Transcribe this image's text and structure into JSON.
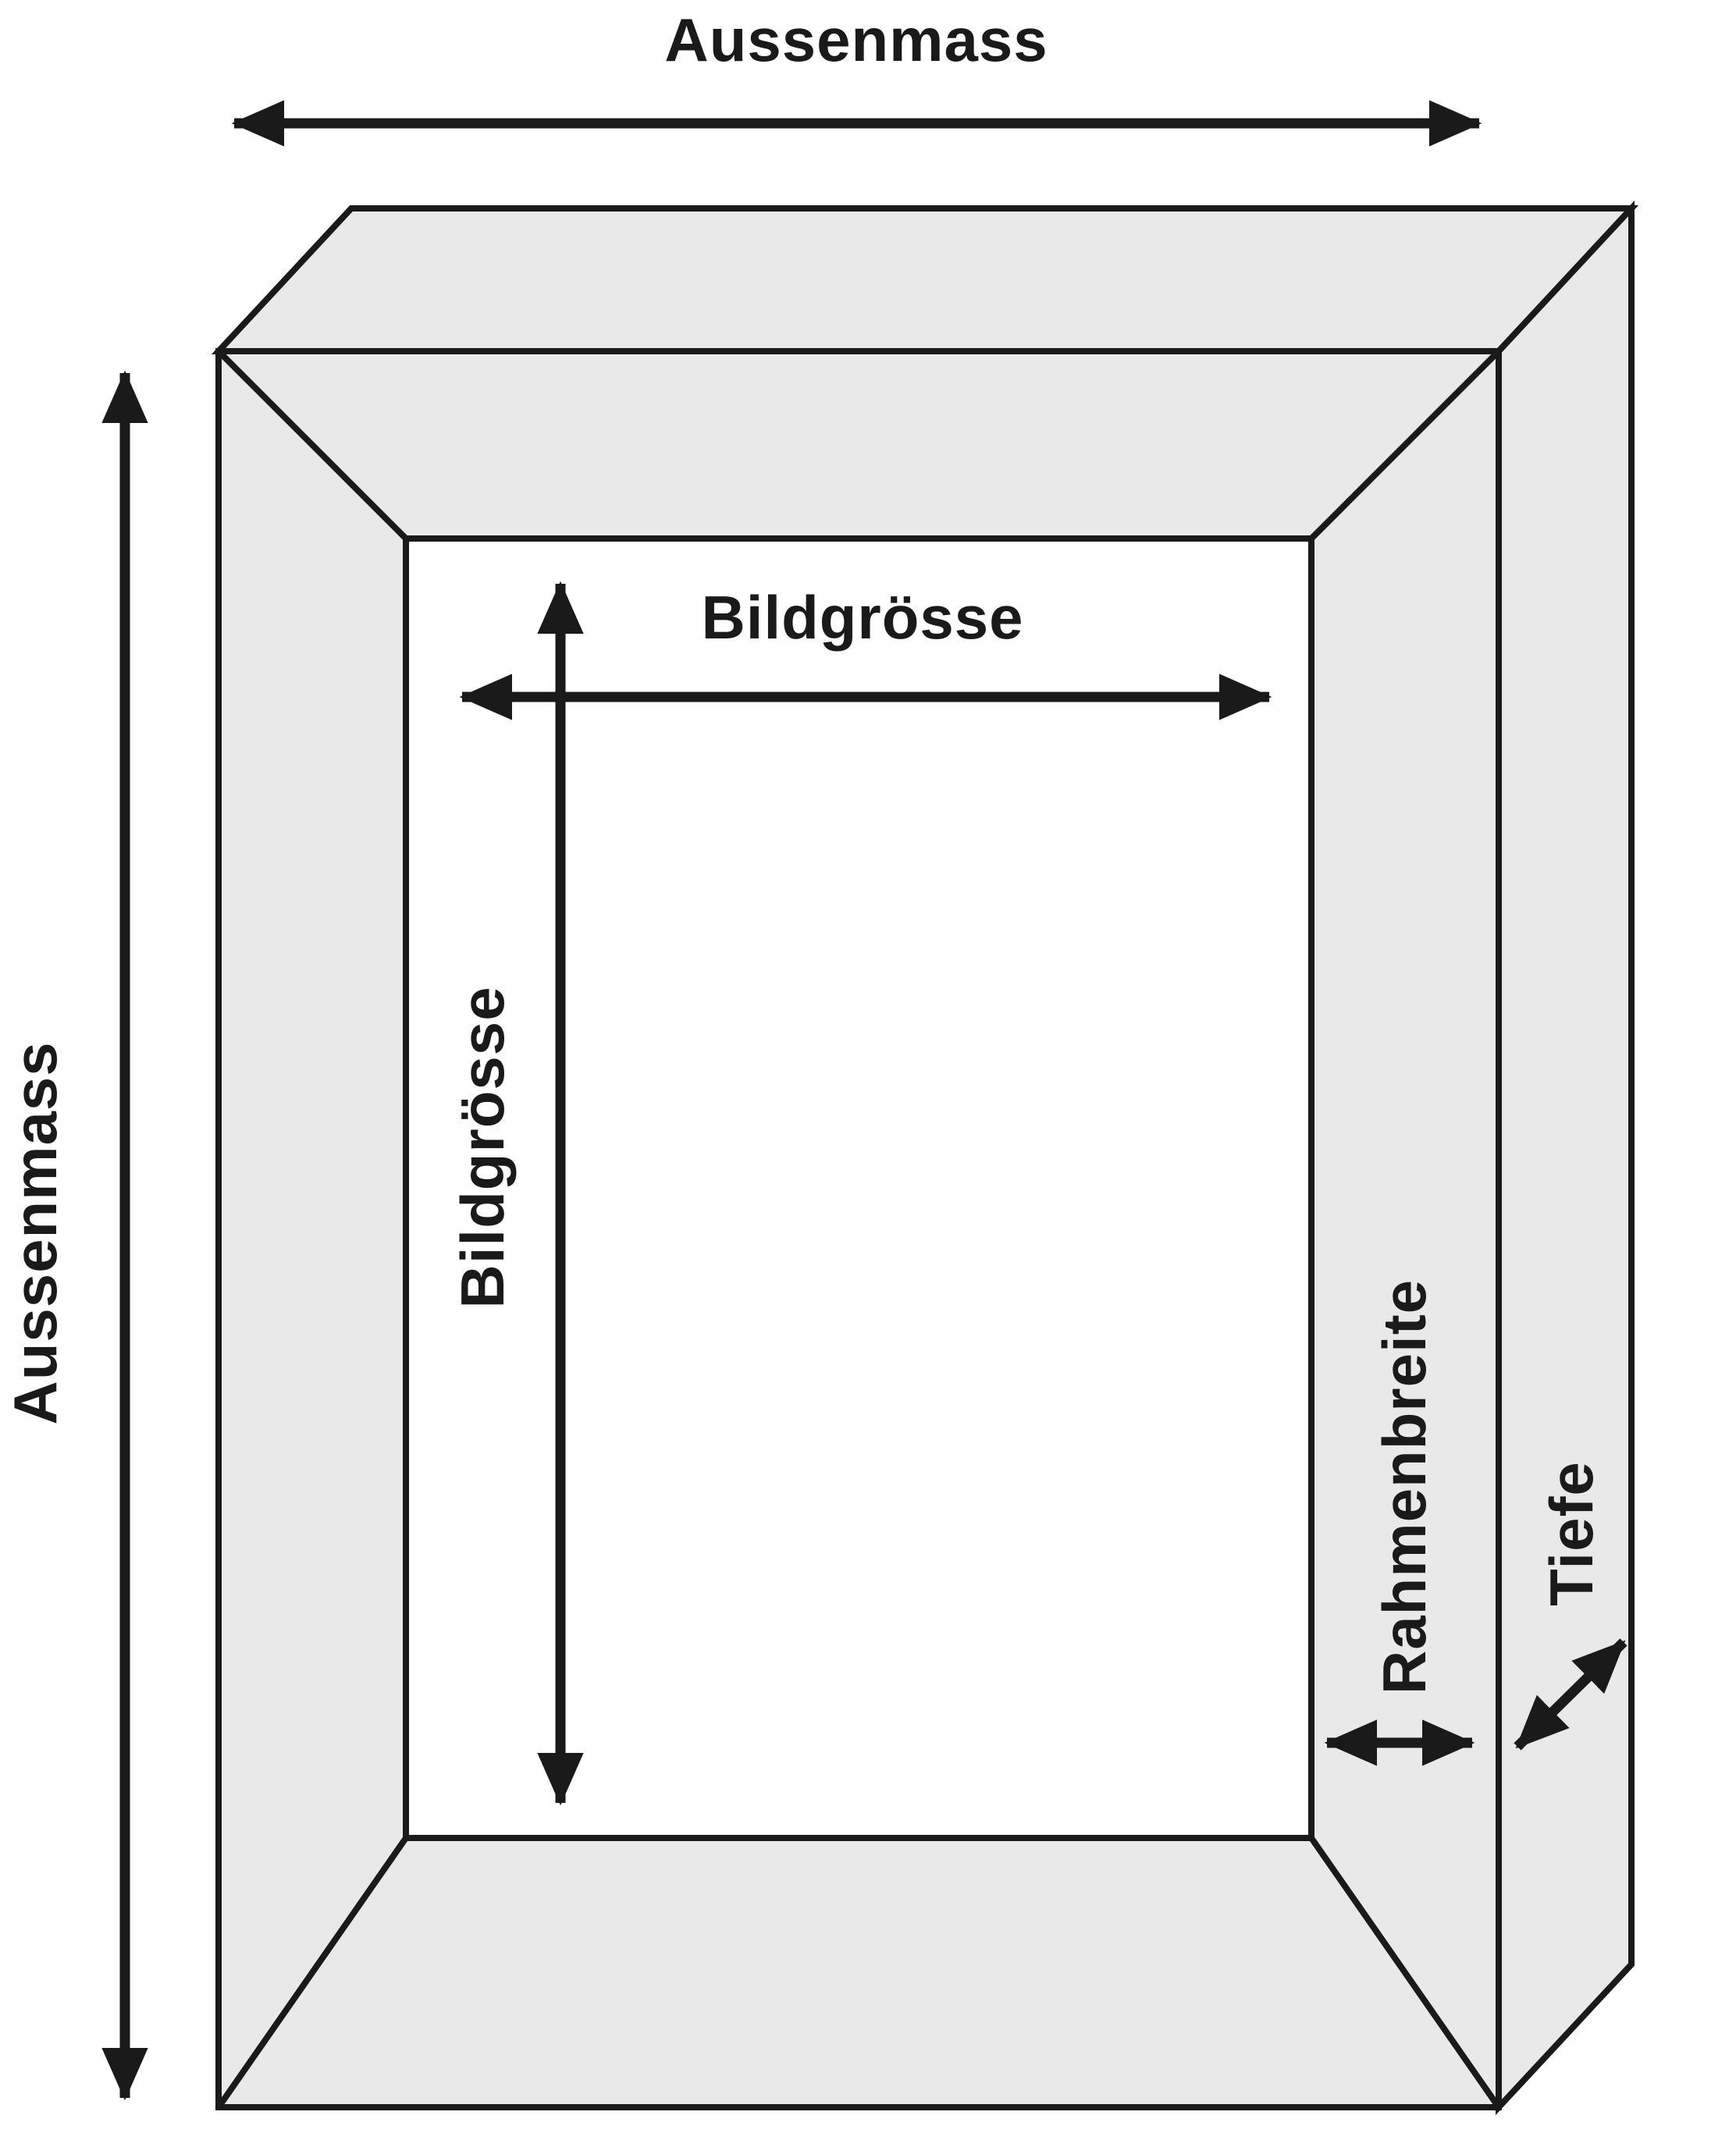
{
  "diagram": {
    "description": "picture-frame-measurement-diagram",
    "labels": {
      "aussenmass_top": "Aussenmass",
      "aussenmass_left": "Aussenmass",
      "bildgroesse_width": "Bildgrösse",
      "bildgroesse_height": "Bildgrösse",
      "rahmenbreite": "Rahmenbreite",
      "tiefe": "Tiefe"
    },
    "colors": {
      "frame_fill": "#e9e9e9",
      "inner_fill": "#ffffff",
      "line": "#1a1a1a",
      "background": "#ffffff"
    }
  }
}
